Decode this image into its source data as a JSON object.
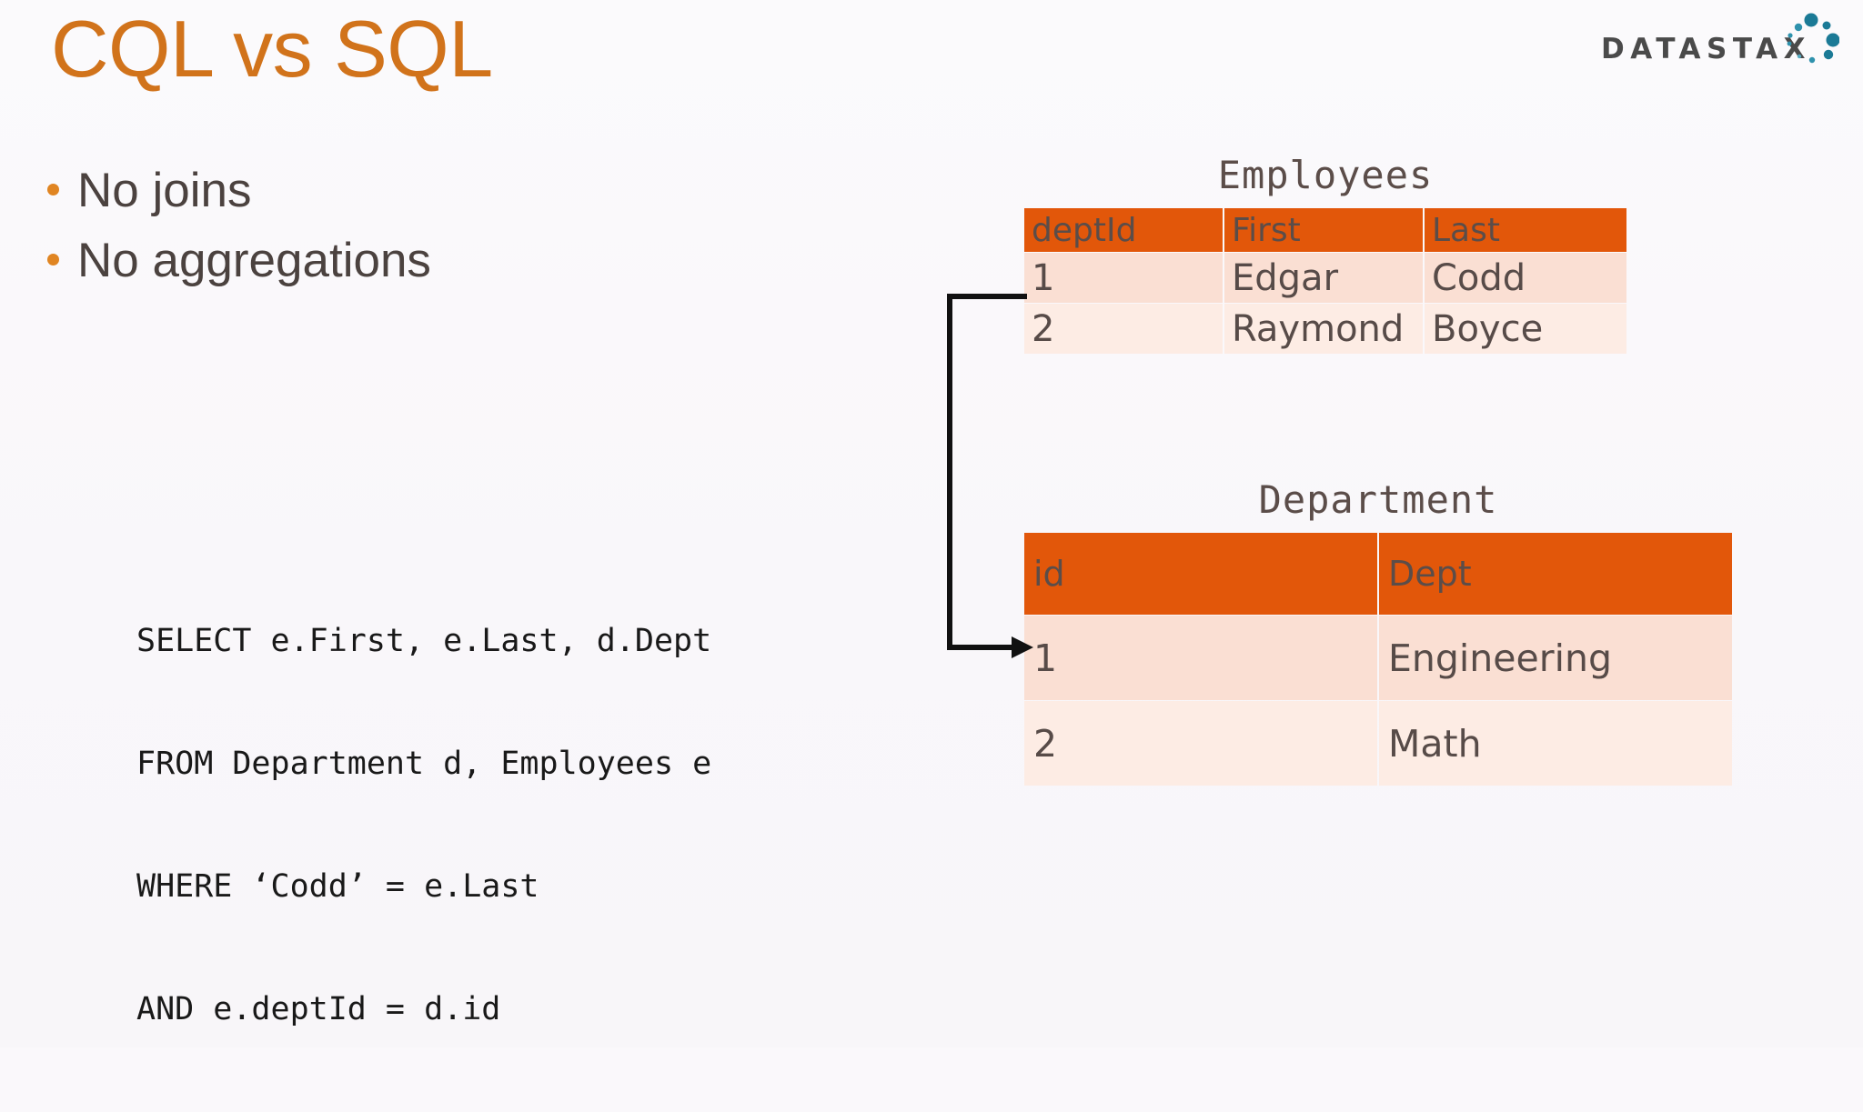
{
  "slide": {
    "title": "CQL vs SQL",
    "background_color": "#faf8fb",
    "accent_color": "#d1731b"
  },
  "logo": {
    "wordmark": "DATASTAX",
    "wordmark_color": "#4a4a4a",
    "dot_color": "#1b7a96",
    "icon_name": "datastax-logo"
  },
  "bullets": [
    {
      "label": "No joins"
    },
    {
      "label": "No aggregations"
    }
  ],
  "code": {
    "language": "SQL",
    "lines": [
      "SELECT e.First, e.Last, d.Dept",
      "FROM Department d, Employees e",
      "WHERE ‘Codd’ = e.Last",
      "AND e.deptId = d.id"
    ]
  },
  "tables": [
    {
      "name": "employees",
      "caption": "Employees",
      "header_color": "#e2570a",
      "columns": [
        "deptId",
        "First",
        "Last"
      ],
      "rows": [
        [
          "1",
          "Edgar",
          "Codd"
        ],
        [
          "2",
          "Raymond",
          "Boyce"
        ]
      ]
    },
    {
      "name": "department",
      "caption": "Department",
      "header_color": "#e2570a",
      "columns": [
        "id",
        "Dept"
      ],
      "rows": [
        [
          "1",
          "Engineering"
        ],
        [
          "2",
          "Math"
        ]
      ]
    }
  ],
  "connector": {
    "name": "foreign-key-arrow",
    "from": "employees.row.1.deptId",
    "to": "department.row.1.id",
    "color": "#111111"
  }
}
